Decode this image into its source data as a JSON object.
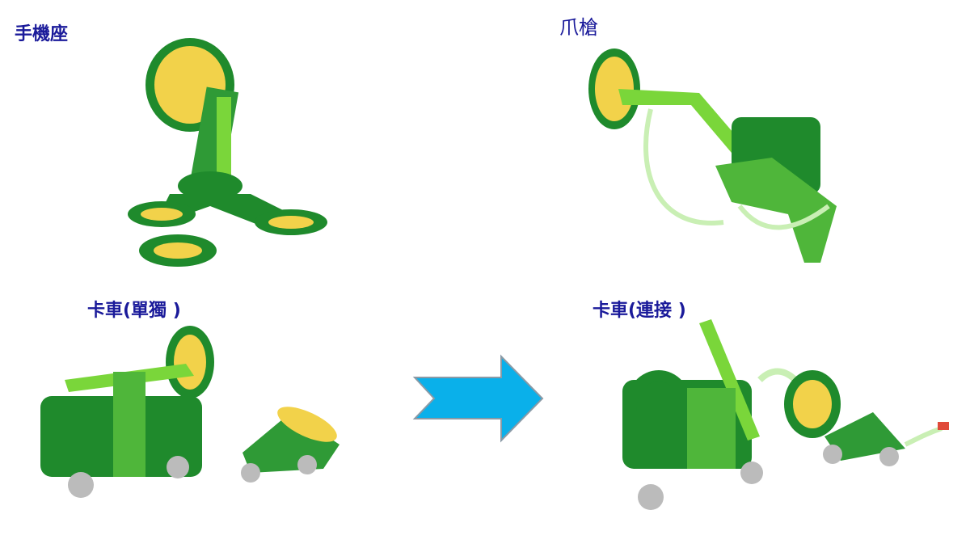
{
  "labels": {
    "phone_stand": "手機座",
    "claw_gun": "爪槍",
    "truck_single": "卡車(單獨 )",
    "truck_connected": "卡車(連接 )"
  },
  "colors": {
    "label": "#1a1a9a",
    "arrow": "#0ab0ea",
    "arrow_border": "#8a9aa6",
    "dark_green": "#1f8a2c",
    "light_green": "#7ad63a",
    "yellow": "#f2d24a"
  },
  "icons": {
    "arrow": "right-arrow-icon"
  }
}
